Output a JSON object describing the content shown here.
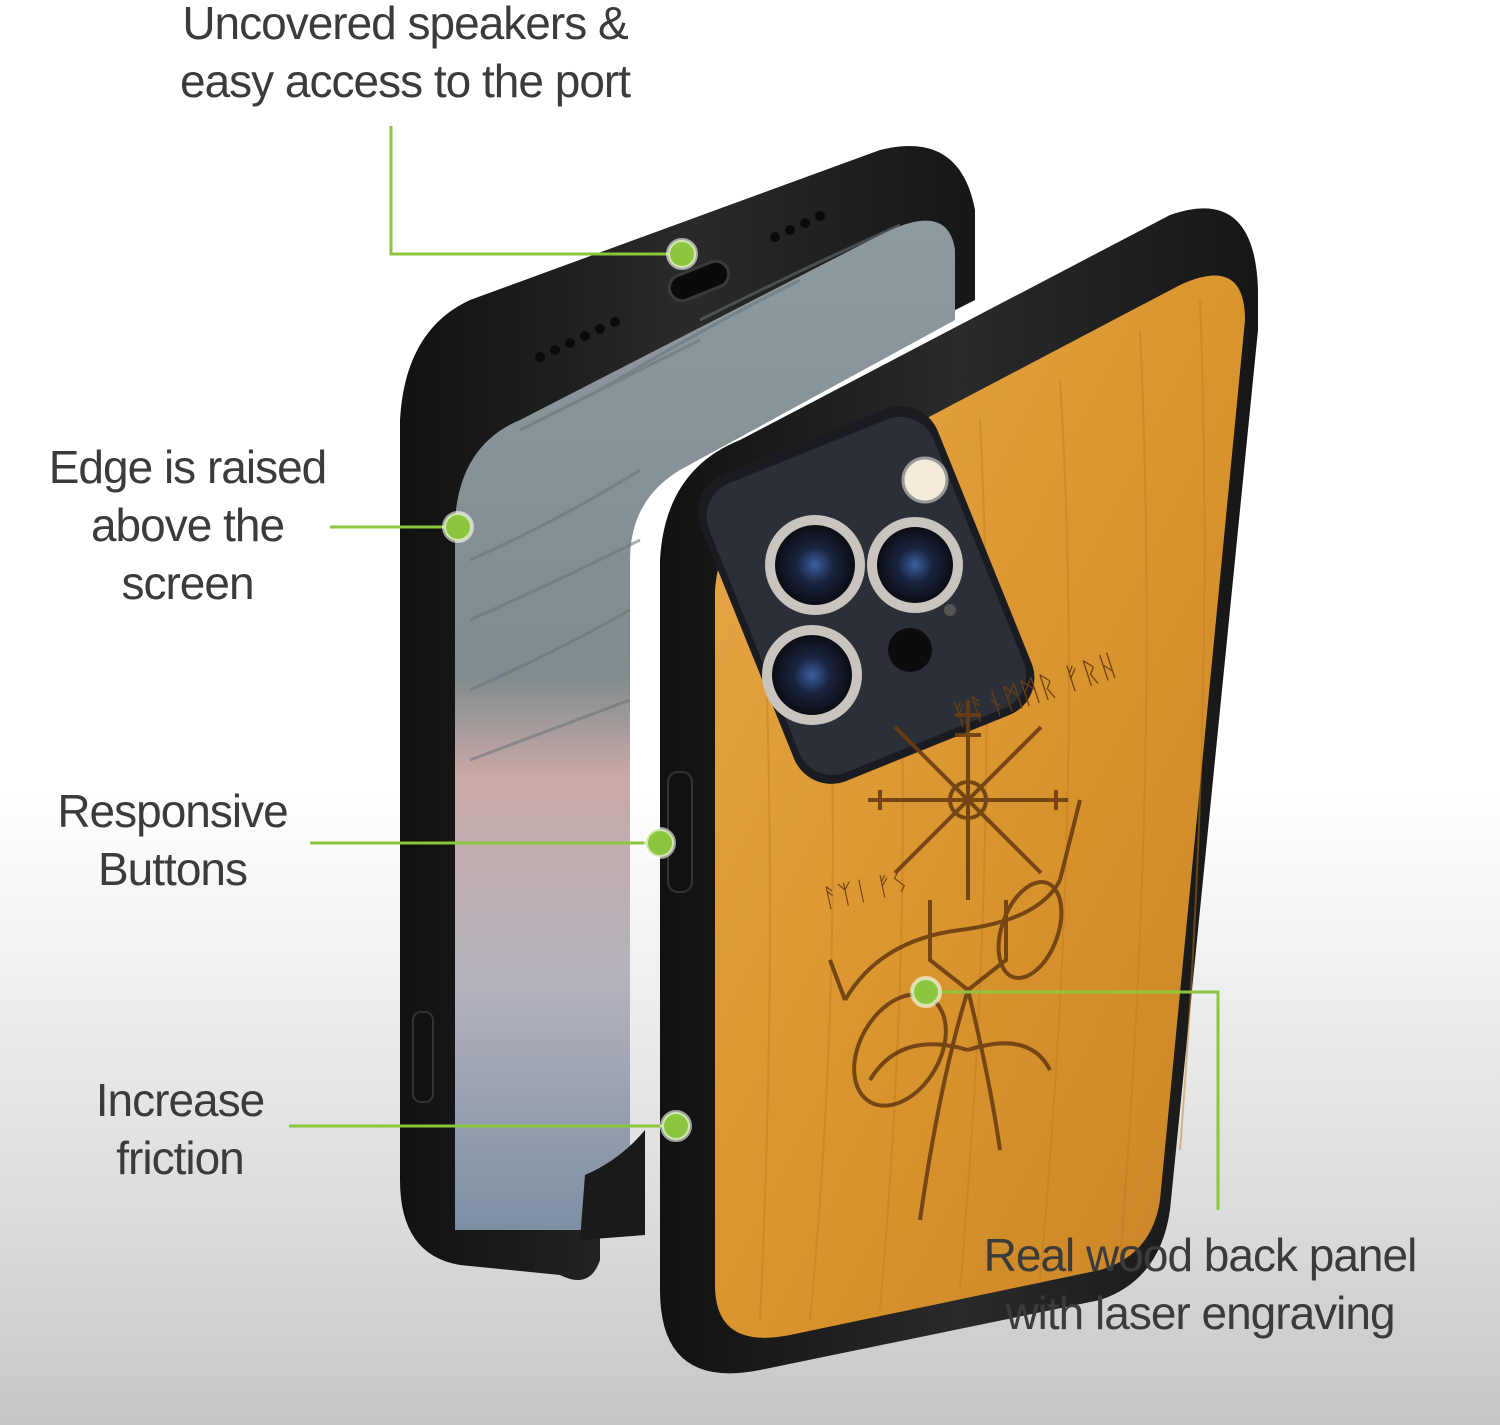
{
  "callouts": {
    "speakers": {
      "line1": "Uncovered speakers &",
      "line2": "easy access to the port"
    },
    "edge": {
      "line1": "Edge is raised",
      "line2": "above the",
      "line3": "screen"
    },
    "buttons": {
      "line1": "Responsive",
      "line2": "Buttons"
    },
    "friction": {
      "line1": "Increase",
      "line2": "friction"
    },
    "wood": {
      "line1": "Real wood back panel",
      "line2": "with laser engraving"
    }
  },
  "engraving_runes": {
    "top": "ᚠᚨᚾᛗᛗᚱ ᚠᚱᚺ",
    "left": "ᚨᛉᛁ ᚠᛊ"
  },
  "colors": {
    "accent_green": "#8cc63f",
    "case_black": "#1e1e1e",
    "wood": "#d9952e",
    "text": "#3b3b3b"
  }
}
